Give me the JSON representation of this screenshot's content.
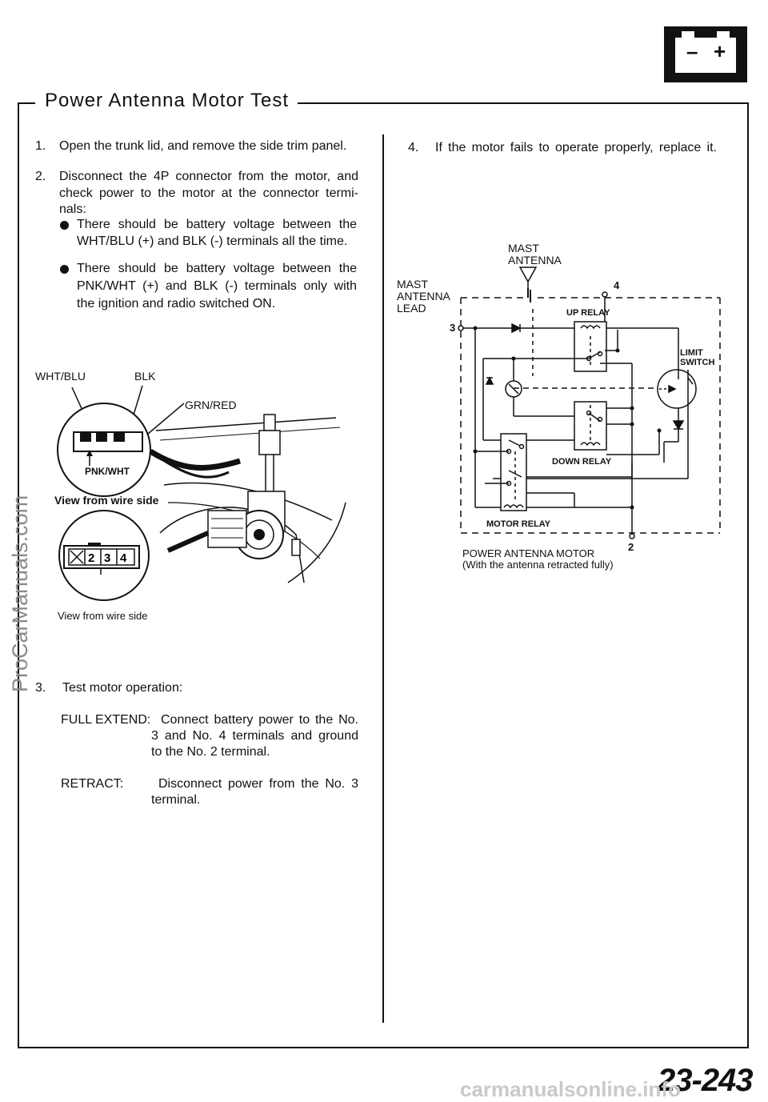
{
  "header": {
    "title": "Power Antenna Motor Test",
    "battery_icon": "battery-icon",
    "battery_minus": "–",
    "battery_plus": "+"
  },
  "left": {
    "step1": {
      "num": "1.",
      "text": "Open the trunk lid, and remove the side trim panel."
    },
    "step2": {
      "num": "2.",
      "line1": "Disconnect the 4P connector from the motor, and",
      "line2": "check power to the motor at the connector termi-",
      "line3": "nals:",
      "bullet1_line1": "There should be battery voltage between the",
      "bullet1_line2": "WHT/BLU (+) and BLK (-) terminals all the time.",
      "bullet2_line1": "There should be battery voltage between the",
      "bullet2_line2": "PNK/WHT (+) and BLK (-) terminals only with",
      "bullet2_line3": "the ignition and radio switched ON."
    },
    "figure": {
      "label_wht_blu": "WHT/BLU",
      "label_blk": "BLK",
      "label_grn_red": "GRN/RED",
      "label_pnk_wht": "PNK/WHT",
      "label_view_bold": "View from wire side",
      "terminal_2": "2",
      "terminal_3": "3",
      "terminal_4": "4",
      "label_view": "View from wire side"
    },
    "step3": {
      "num": "3.",
      "text": "Test motor operation:",
      "extend_label": "FULL EXTEND:",
      "extend_line1": "Connect battery power to the No.",
      "extend_line2": "3 and No. 4 terminals and ground",
      "extend_line3": "to the No. 2 terminal.",
      "retract_label": "RETRACT:",
      "retract_line1": "Disconnect power from the No. 3",
      "retract_line2": "terminal."
    }
  },
  "right": {
    "step4": {
      "num": "4.",
      "text": "If the motor fails to operate properly, replace it."
    },
    "diagram": {
      "mast_antenna_1": "MAST",
      "mast_antenna_2": "ANTENNA",
      "lead_1": "MAST",
      "lead_2": "ANTENNA",
      "lead_3": "LEAD",
      "up_relay": "UP RELAY",
      "limit_switch_1": "LIMIT",
      "limit_switch_2": "SWITCH",
      "down_relay": "DOWN RELAY",
      "motor_relay": "MOTOR RELAY",
      "terminal_2": "2",
      "terminal_3": "3",
      "terminal_4": "4",
      "motor_label_1": "POWER ANTENNA MOTOR",
      "motor_label_2": "(With the antenna retracted fully)"
    }
  },
  "footer": {
    "watermark": "ProCarManuals.com",
    "page_number": "23-243",
    "site": "carmanualsonline.info"
  }
}
